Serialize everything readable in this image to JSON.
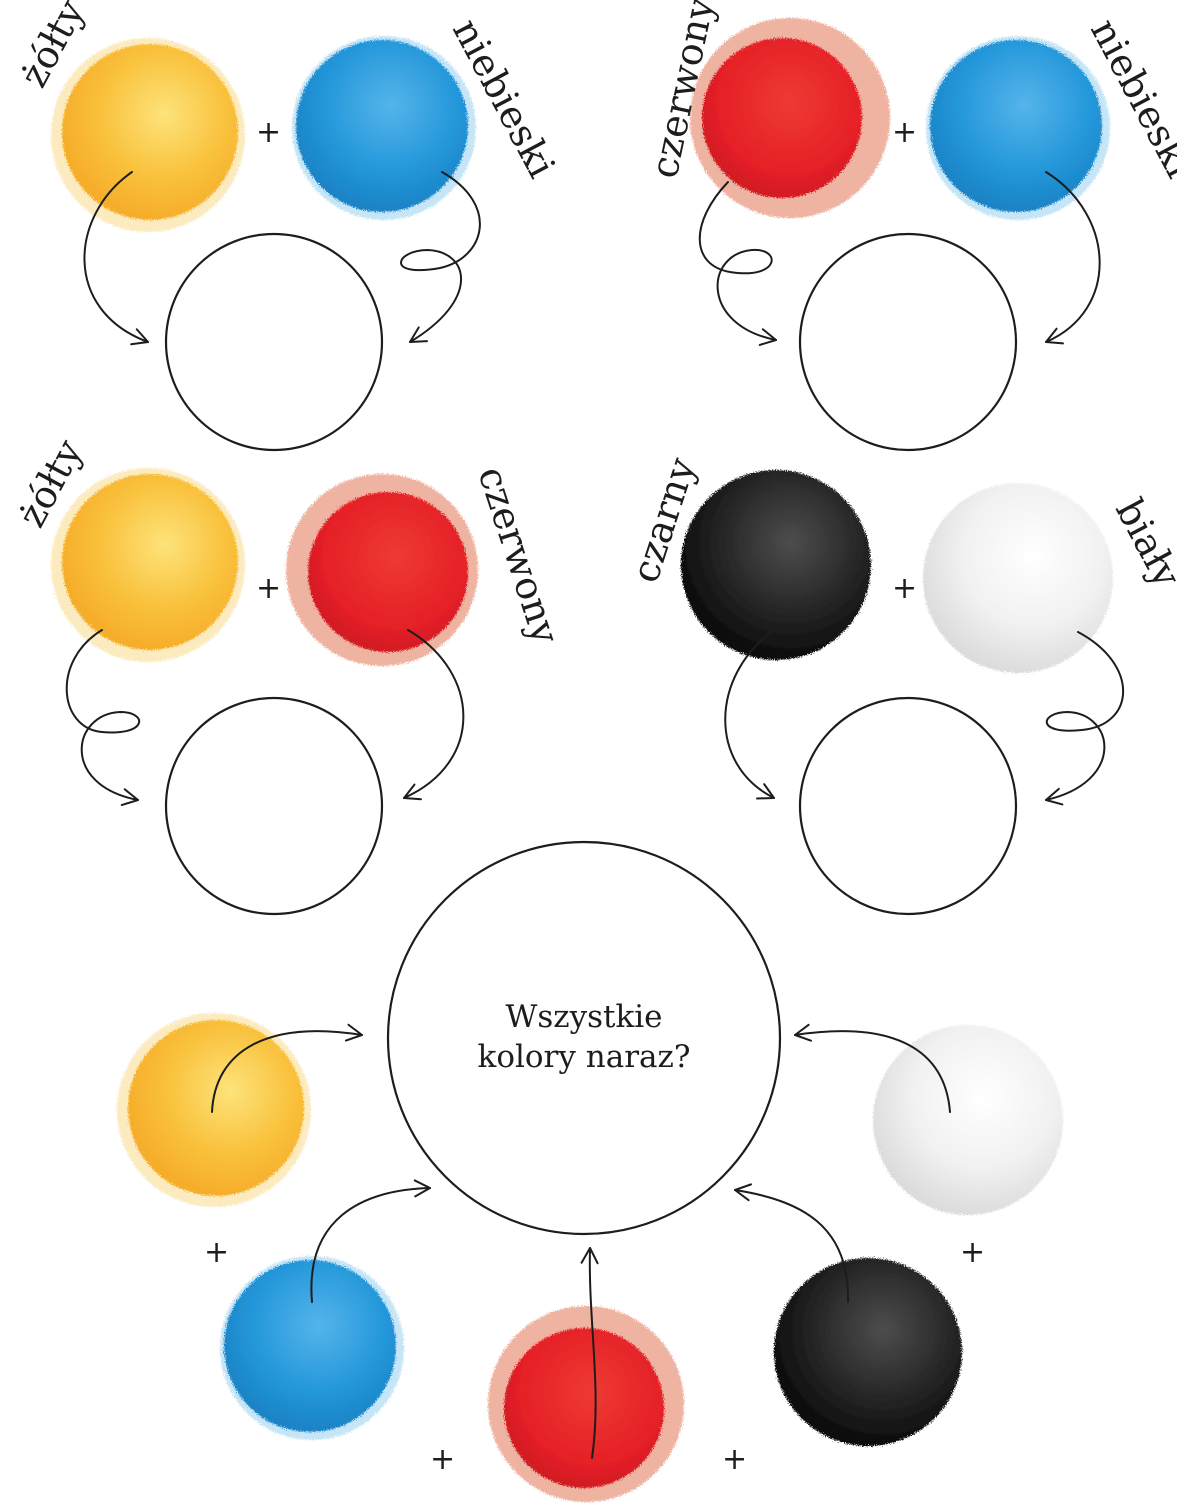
{
  "colors": {
    "yellow": "#f8b52e",
    "yellow_light": "#fde37a",
    "blue": "#1e8fd2",
    "blue_light": "#55b4ea",
    "red": "#e52027",
    "red_halo": "#ea9a82",
    "black": "#141414",
    "black_light": "#4d4d4d",
    "white_paint": "#ececec",
    "line": "#1d1d1b"
  },
  "labels": {
    "yellow": "żółty",
    "blue": "niebieski",
    "red": "czerwony",
    "black": "czarny",
    "white": "biały"
  },
  "plus_sign": "+",
  "final": {
    "line1": "Wszystkie",
    "line2": "kolory naraz?"
  }
}
